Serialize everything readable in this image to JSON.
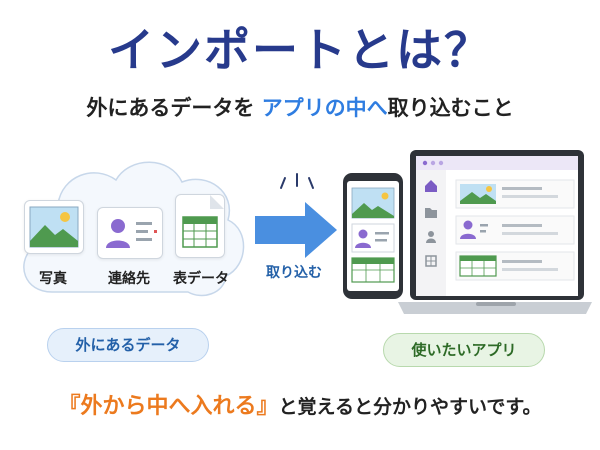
{
  "header": {
    "title": "インポートとは？",
    "subtitle_pre": "外にあるデータを",
    "subtitle_highlight": "アプリの中へ",
    "subtitle_post": "取り込むこと"
  },
  "source": {
    "items": [
      {
        "label": "写真",
        "icon": "photo-icon"
      },
      {
        "label": "連絡先",
        "icon": "contact-icon"
      },
      {
        "label": "表データ",
        "icon": "spreadsheet-icon"
      }
    ],
    "caption": "外にあるデータ"
  },
  "transfer": {
    "label": "取り込む",
    "icon": "arrow-right-icon"
  },
  "destination": {
    "caption": "使いたいアプリ"
  },
  "footer": {
    "emphasis": "『外から中へ入れる』",
    "rest": "と覚えると分かりやすいです。"
  },
  "colors": {
    "title": "#273a8c",
    "accent_blue": "#2f7de1",
    "accent_orange": "#ec7a1e",
    "green": "#3a8a3f",
    "purple": "#7b5cc4"
  }
}
